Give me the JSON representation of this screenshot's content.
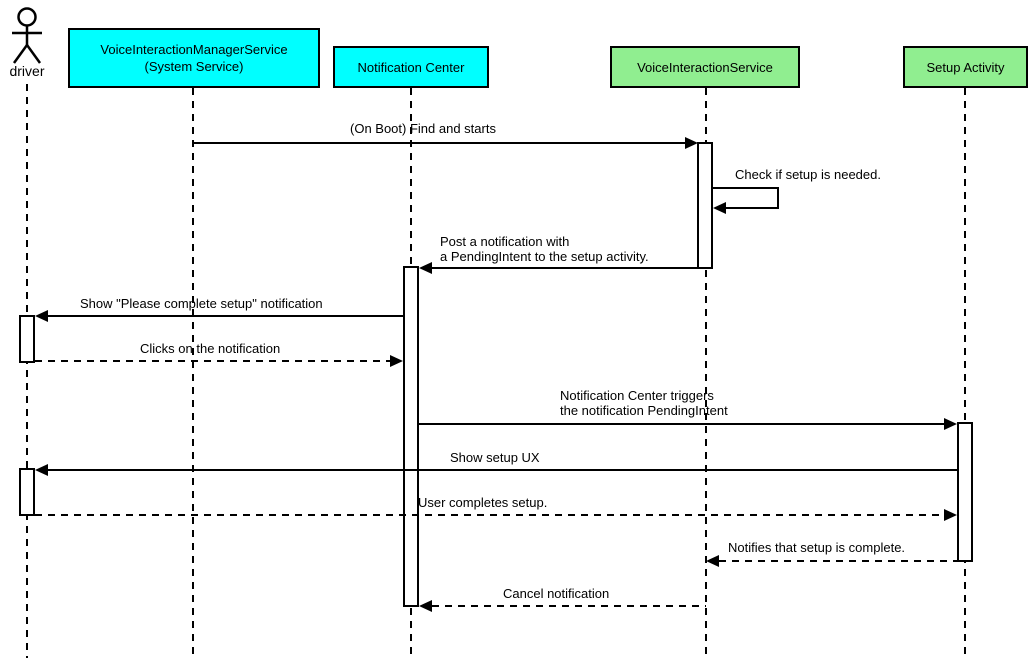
{
  "diagram_type": "uml-sequence-diagram",
  "colors": {
    "system_service_fill": "#00FFFF",
    "service_fill": "#90EE90",
    "line": "#000000",
    "background": "#FFFFFF"
  },
  "participants": [
    {
      "label": "driver",
      "kind": "actor"
    },
    {
      "label": "VoiceInteractionManagerService\n(System Service)",
      "kind": "object",
      "fill": "#00FFFF"
    },
    {
      "label": "Notification Center",
      "kind": "object",
      "fill": "#00FFFF"
    },
    {
      "label": "VoiceInteractionService",
      "kind": "object",
      "fill": "#90EE90"
    },
    {
      "label": "Setup Activity",
      "kind": "object",
      "fill": "#90EE90"
    }
  ],
  "messages": [
    {
      "label": "(On Boot) Find and starts",
      "from": "VoiceInteractionManagerService (System Service)",
      "to": "VoiceInteractionService",
      "line": "solid"
    },
    {
      "label": "Check if setup is needed.",
      "from": "VoiceInteractionService",
      "to": "VoiceInteractionService",
      "line": "solid",
      "self_message": true
    },
    {
      "label": "Post a notification with\na PendingIntent to the setup activity.",
      "from": "VoiceInteractionService",
      "to": "Notification Center",
      "line": "solid"
    },
    {
      "label": "Show \"Please complete setup\" notification",
      "from": "Notification Center",
      "to": "driver",
      "line": "solid"
    },
    {
      "label": "Clicks on the notification",
      "from": "driver",
      "to": "Notification Center",
      "line": "dashed"
    },
    {
      "label": "Notification Center triggers\nthe notification PendingIntent",
      "from": "Notification Center",
      "to": "Setup Activity",
      "line": "solid"
    },
    {
      "label": "Show setup UX",
      "from": "Setup Activity",
      "to": "driver",
      "line": "solid"
    },
    {
      "label": "User completes setup.",
      "from": "driver",
      "to": "Setup Activity",
      "line": "dashed"
    },
    {
      "label": "Notifies that setup is complete.",
      "from": "Setup Activity",
      "to": "VoiceInteractionService",
      "line": "dashed"
    },
    {
      "label": "Cancel notification",
      "from": "VoiceInteractionService",
      "to": "Notification Center",
      "line": "dashed"
    }
  ]
}
